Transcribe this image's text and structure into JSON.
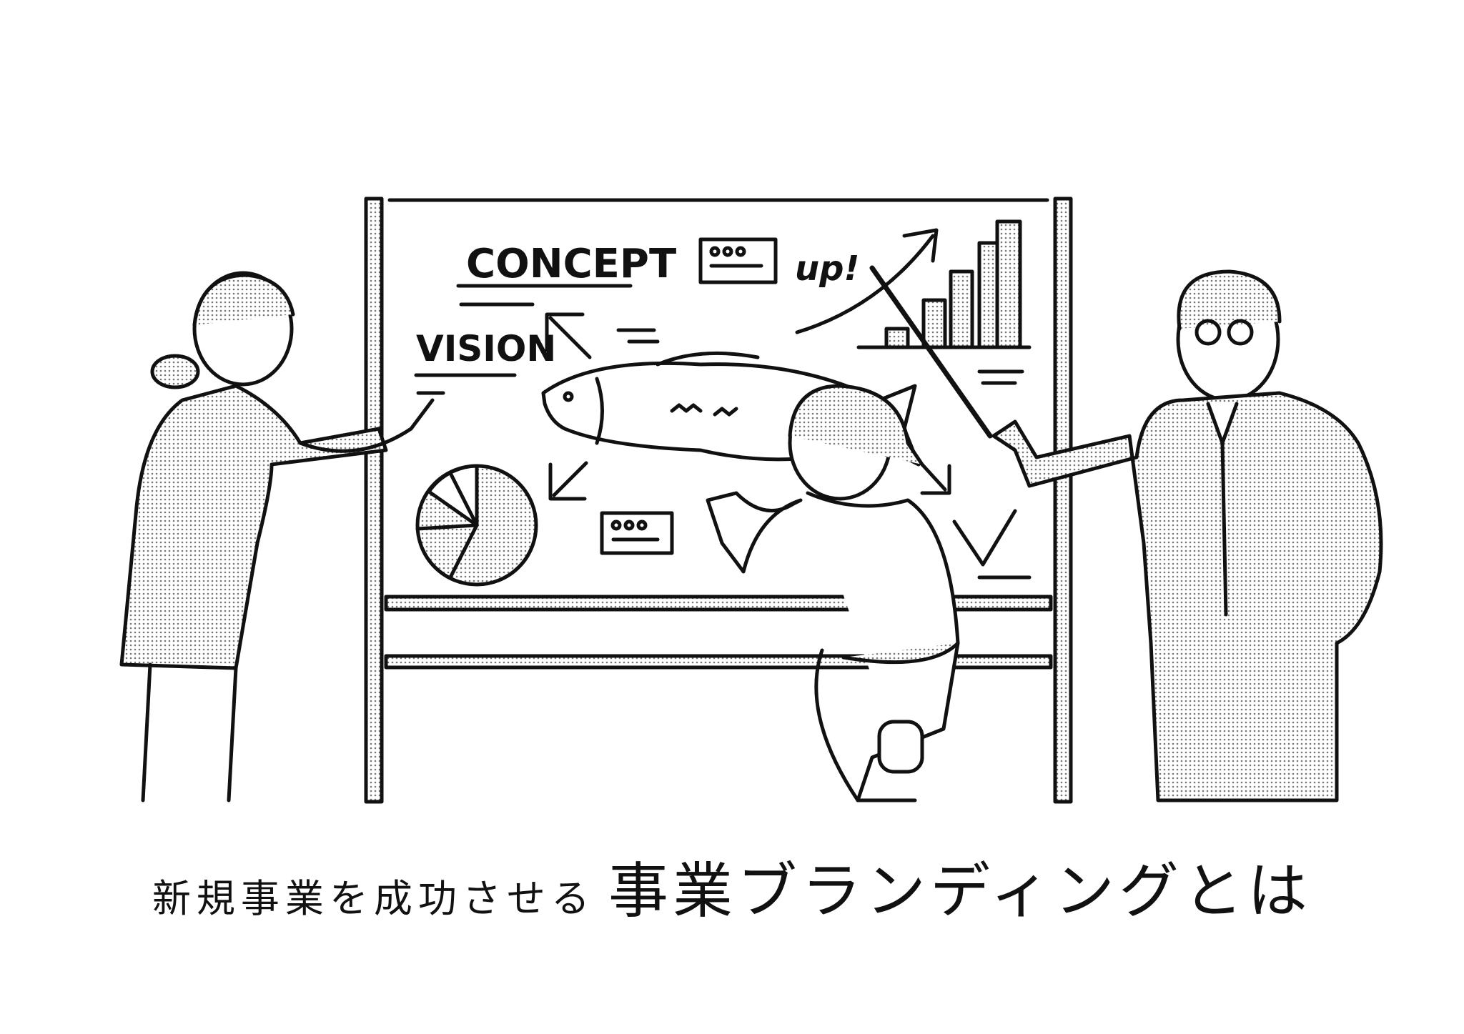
{
  "illustration": {
    "board": {
      "concept_label": "CONCEPT",
      "vision_label": "VISION",
      "up_label": "up!"
    }
  },
  "title": {
    "subtitle": "新規事業を成功させる",
    "main": "事業ブランディングとは"
  },
  "colors": {
    "ink": "#111111",
    "background": "#ffffff"
  }
}
